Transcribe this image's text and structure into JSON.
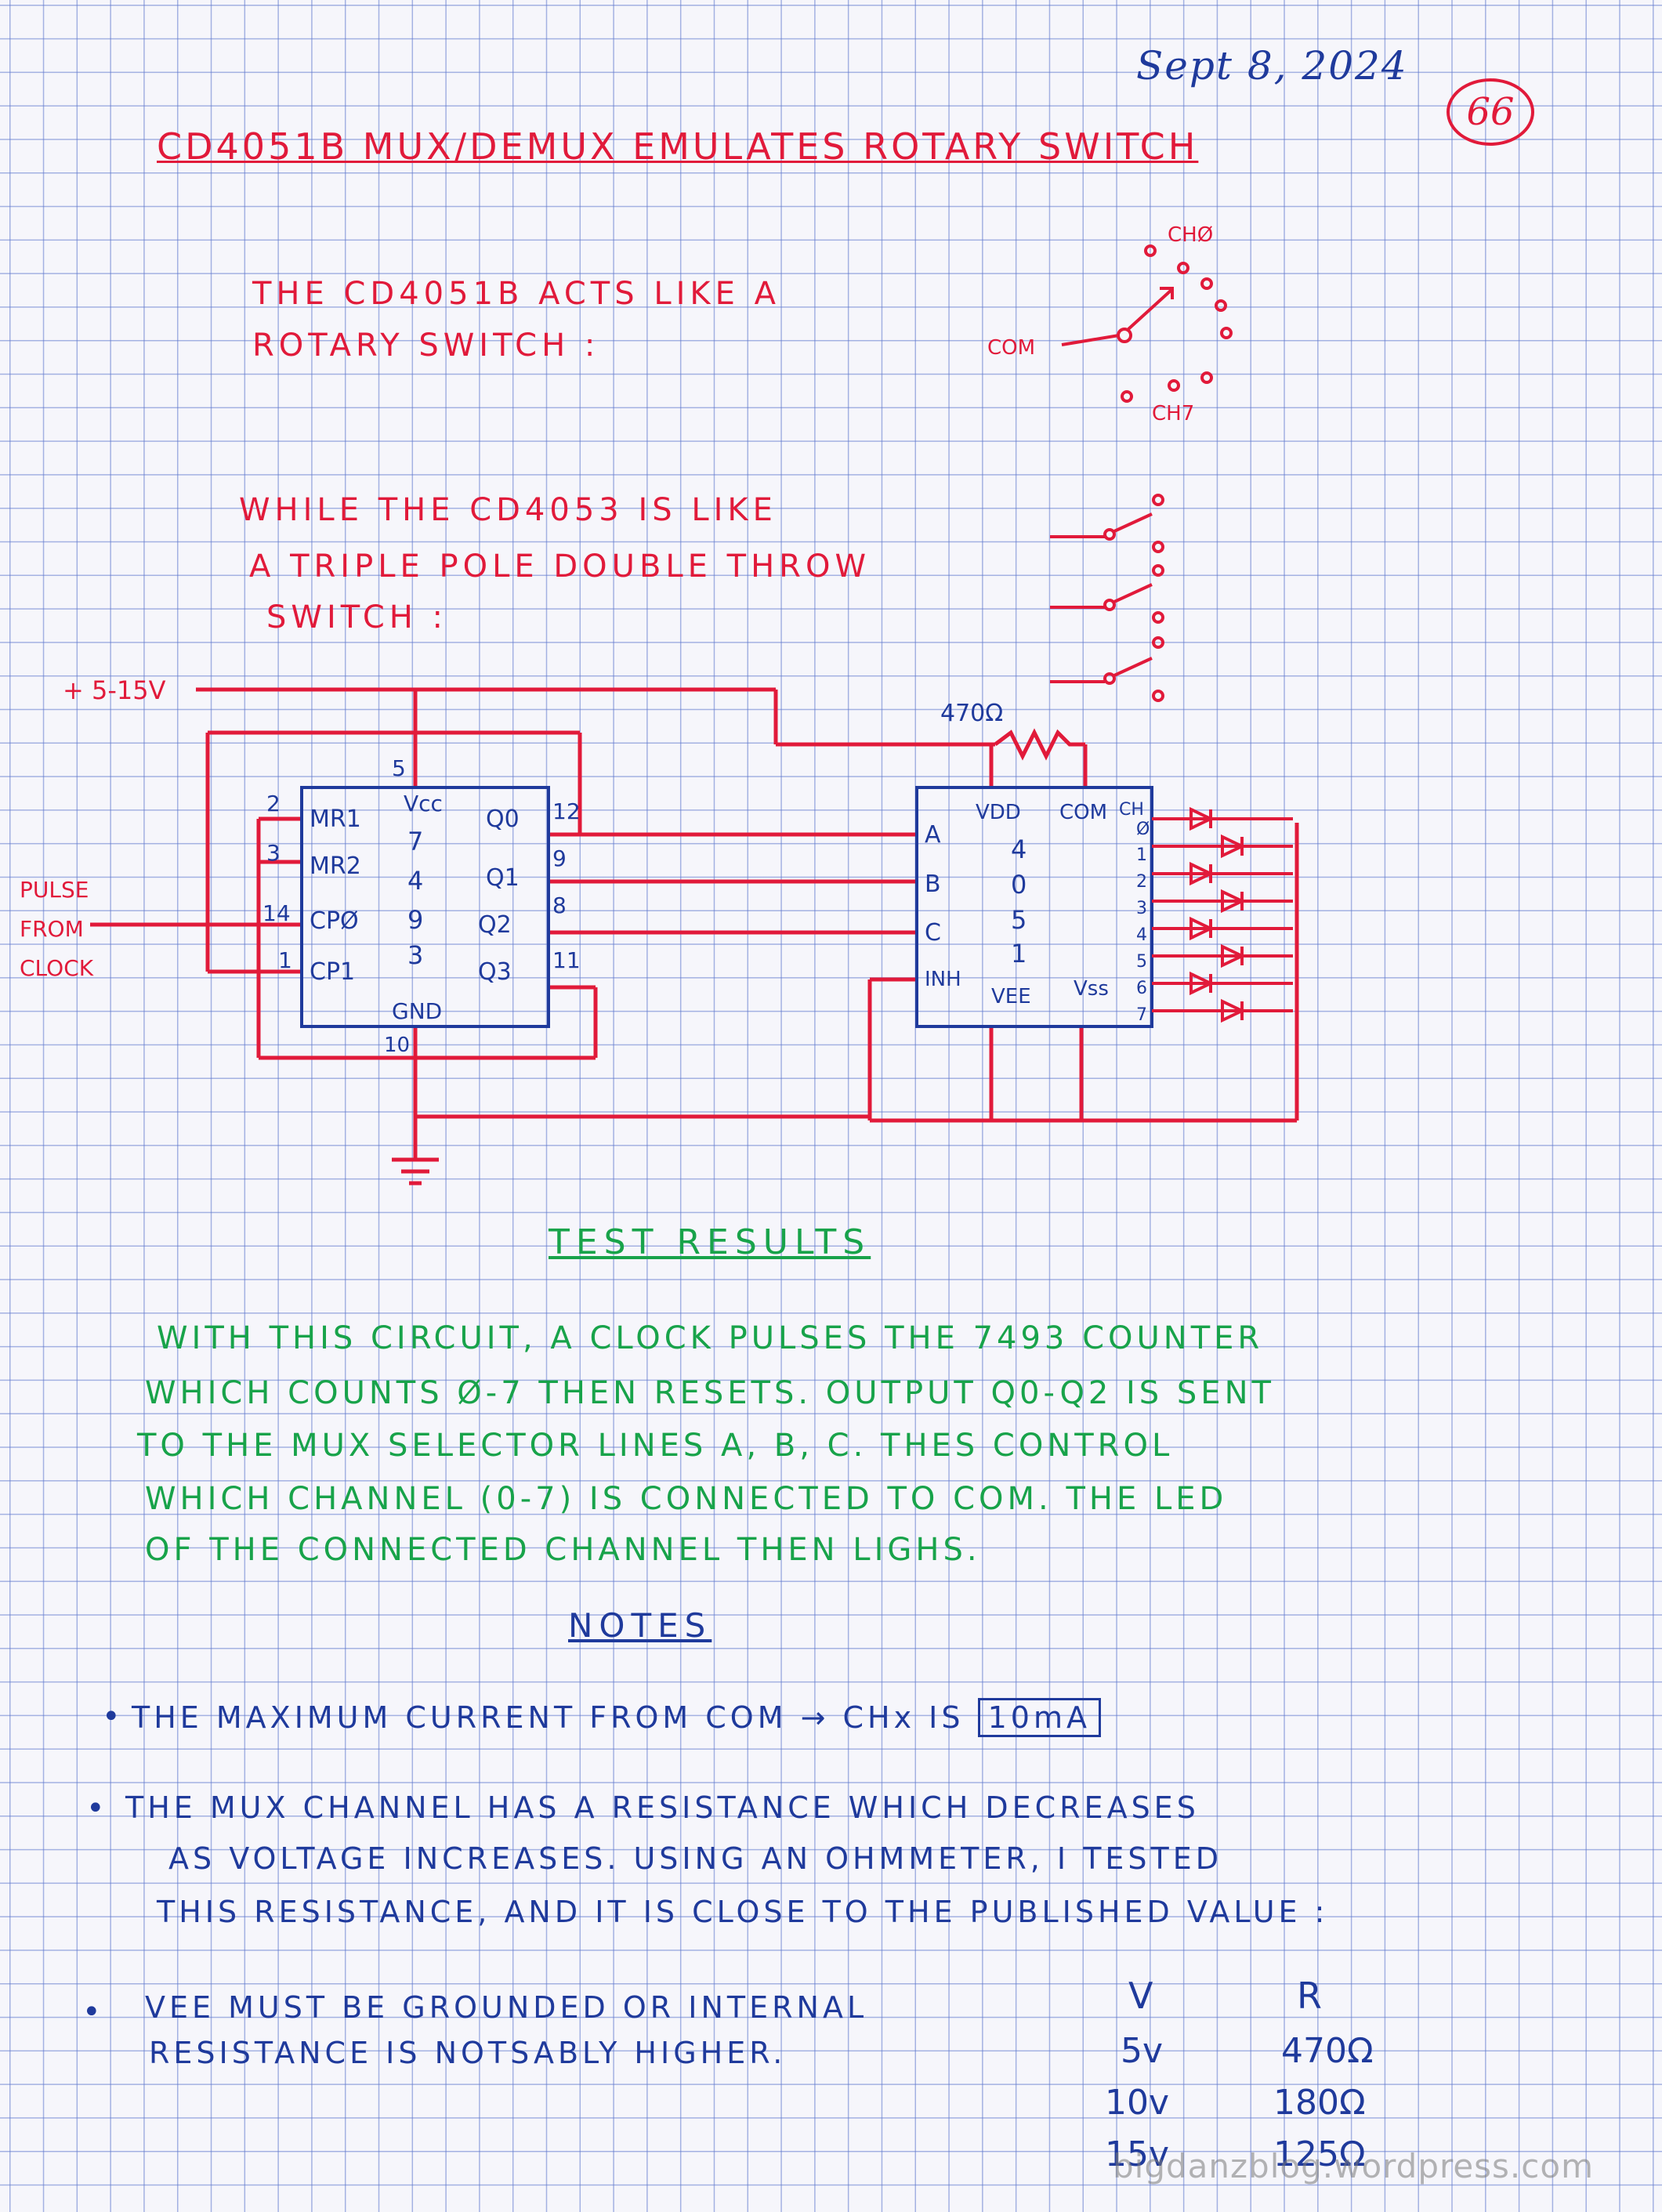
{
  "header": {
    "date": "Sept 8, 2024",
    "page_number": "66",
    "title": "CD4051B MUX/DEMUX EMULATES ROTARY SWITCH"
  },
  "intro": {
    "line1": "THE CD4051B ACTS LIKE A",
    "line2": "ROTARY SWITCH :",
    "rotary_labels": {
      "com": "COM",
      "ch0": "CHØ",
      "ch7": "CH7"
    },
    "line3": "WHILE THE CD4053 IS LIKE",
    "line4": "A TRIPLE POLE DOUBLE THROW",
    "line5": "SWITCH :"
  },
  "schematic": {
    "supply_label": "+ 5-15V",
    "resistor_label": "470Ω",
    "pulse_label": [
      "PULSE",
      "FROM",
      "CLOCK"
    ],
    "counter": {
      "vcc": "Vcc",
      "gnd": "GND",
      "pin_vcc": "5",
      "pin_gnd": "10",
      "chip_digits": [
        "7",
        "4",
        "9",
        "3"
      ],
      "left_pins": [
        {
          "num": "2",
          "name": "MR1"
        },
        {
          "num": "3",
          "name": "MR2"
        },
        {
          "num": "14",
          "name": "CPØ"
        },
        {
          "num": "1",
          "name": "CP1"
        }
      ],
      "right_pins": [
        {
          "num": "12",
          "name": "Q0"
        },
        {
          "num": "9",
          "name": "Q1"
        },
        {
          "num": "8",
          "name": "Q2"
        },
        {
          "num": "11",
          "name": "Q3"
        }
      ]
    },
    "mux": {
      "vdd": "VDD",
      "com": "COM",
      "ch": "CH",
      "vee": "VEE",
      "vss": "Vss",
      "chip_digits": [
        "4",
        "0",
        "5",
        "1"
      ],
      "inputs": [
        "A",
        "B",
        "C",
        "INH"
      ],
      "channels": [
        "Ø",
        "1",
        "2",
        "3",
        "4",
        "5",
        "6",
        "7"
      ]
    },
    "ground_label": "⏚"
  },
  "test_results": {
    "heading": "TEST RESULTS",
    "lines": [
      "WITH THIS CIRCUIT, A CLOCK PULSES THE 7493 COUNTER",
      "WHICH COUNTS Ø-7 THEN RESETS. OUTPUT Q0-Q2 IS SENT",
      "TO THE MUX SELECTOR LINES A, B, C. THES CONTROL",
      "WHICH CHANNEL (0-7) IS CONNECTED TO COM. THE LED",
      "OF THE CONNECTED CHANNEL THEN LIGHS."
    ]
  },
  "notes": {
    "heading": "NOTES",
    "note1_text": "THE MAXIMUM CURRENT FROM COM → CHx IS",
    "note1_value": "10mA",
    "note2_lines": [
      "THE MUX CHANNEL HAS A RESISTANCE WHICH DECREASES",
      "AS VOLTAGE INCREASES. USING AN OHMMETER, I TESTED",
      "THIS RESISTANCE, AND IT IS CLOSE TO THE PUBLISHED VALUE :"
    ],
    "note3_lines": [
      "VEE MUST BE GROUNDED OR INTERNAL",
      "RESISTANCE IS NOTSABLY HIGHER."
    ],
    "table": {
      "headers": [
        "V",
        "R"
      ],
      "rows": [
        [
          "5v",
          "470Ω"
        ],
        [
          "10v",
          "180Ω"
        ],
        [
          "15v",
          "125Ω"
        ]
      ]
    }
  },
  "watermark": "bigdanzblog.wordpress.com",
  "colors": {
    "red": "#e11a3a",
    "green": "#18a34a",
    "blue": "#1f3a9c",
    "grid": "#5f78cd"
  }
}
